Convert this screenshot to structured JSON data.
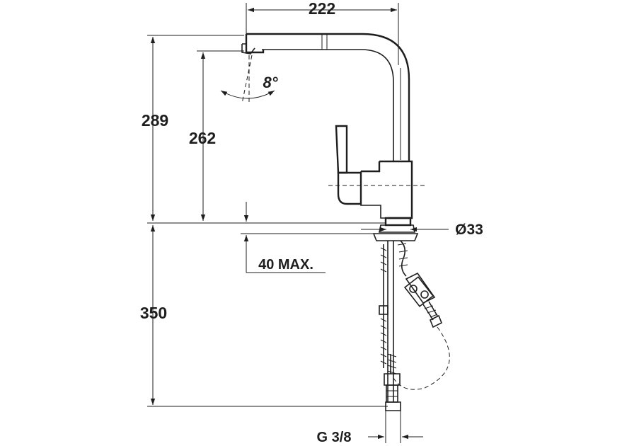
{
  "dimensions": {
    "width_top": "222",
    "height_total": "289",
    "height_spout": "262",
    "spray_angle": "8°",
    "diameter": "Ø33",
    "counter_thickness": "40 MAX.",
    "below_counter": "350",
    "connection": "G 3/8"
  },
  "colors": {
    "line": "#1e1e1e",
    "background": "#ffffff"
  }
}
